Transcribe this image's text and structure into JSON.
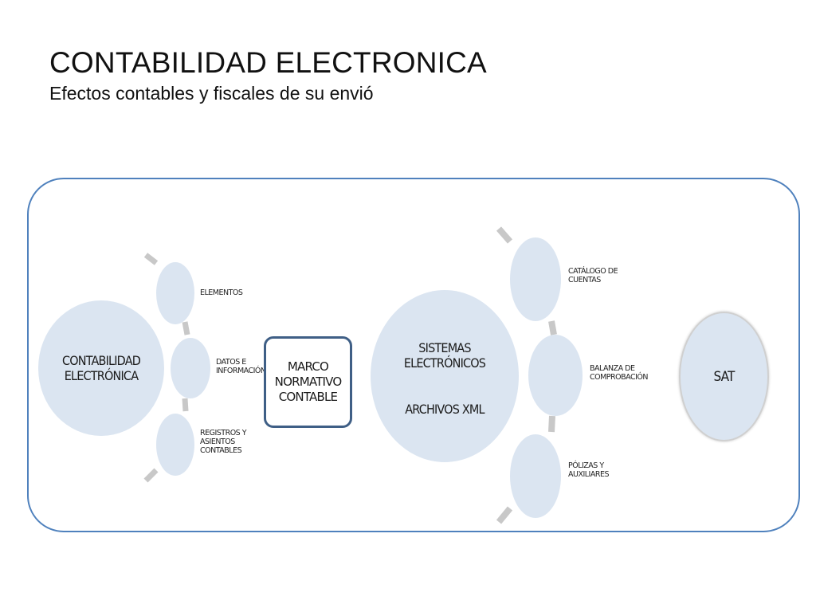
{
  "header": {
    "title": "CONTABILIDAD ELECTRONICA",
    "subtitle": "Efectos contables y fiscales de su envió"
  },
  "diagram": {
    "left_group": {
      "hub": "CONTABILIDAD\nELECTRÓNICA",
      "items": [
        {
          "label": "ELEMENTOS"
        },
        {
          "label": "DATOS E\nINFORMACIÓN"
        },
        {
          "label": "REGISTROS Y\nASIENTOS\nCONTABLES"
        }
      ]
    },
    "middle_box": "MARCO\nNORMATIVO\nCONTABLE",
    "right_group": {
      "hub_line1": "SISTEMAS\nELECTRÓNICOS",
      "hub_line2": "ARCHIVOS XML",
      "items": [
        {
          "label": "CATÁLOGO DE\nCUENTAS"
        },
        {
          "label": "BALANZA DE\nCOMPROBACIÓN"
        },
        {
          "label": "PÓLIZAS Y\nAUXILIARES"
        }
      ]
    },
    "end_node": "SAT"
  },
  "colors": {
    "frame_border": "#4f81bd",
    "node_fill": "#dbe5f1",
    "box_border": "#3f5f86",
    "connector": "#c8c8c8"
  }
}
